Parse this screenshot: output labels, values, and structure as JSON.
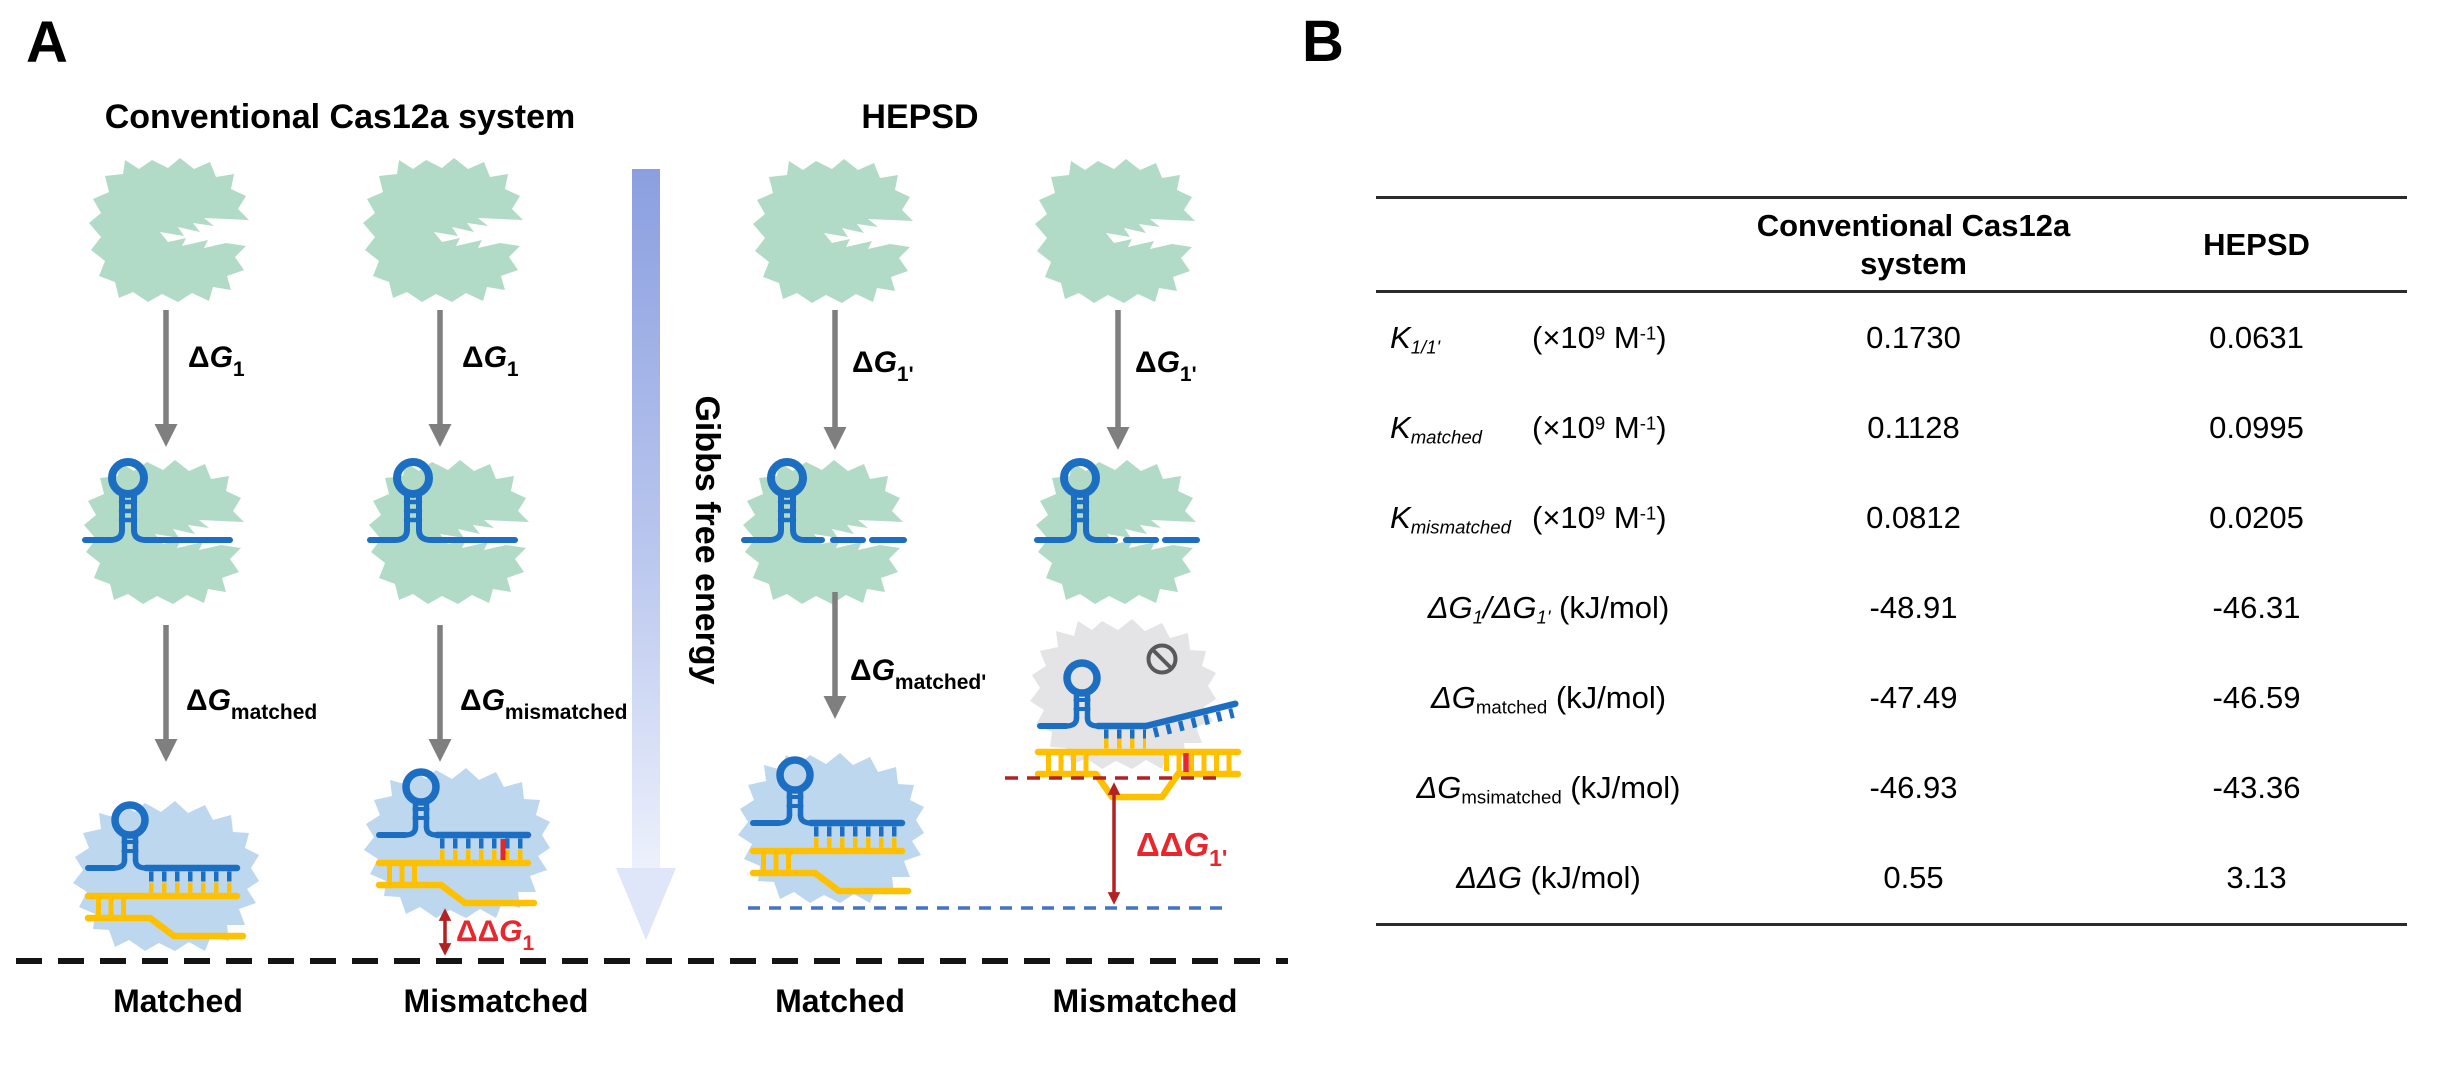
{
  "panelA": {
    "label": "A",
    "title_conventional": "Conventional Cas12a system",
    "title_hepsd": "HEPSD",
    "gibbs_label": "Gibbs free energy",
    "arrow_labels": {
      "dg1": {
        "d": "Δ",
        "g": "G",
        "sub": "1"
      },
      "dg1p": {
        "d": "Δ",
        "g": "G",
        "sub": "1'"
      },
      "dg_matched": {
        "d": "Δ",
        "g": "G",
        "sub": "matched"
      },
      "dg_mismatched": {
        "d": "Δ",
        "g": "G",
        "sub": "mismatched"
      },
      "dg_matchedp": {
        "d": "Δ",
        "g": "G",
        "sub": "matched'"
      },
      "ddg1": {
        "d": "ΔΔ",
        "g": "G",
        "sub": "1"
      },
      "ddg1p": {
        "d": "ΔΔ",
        "g": "G",
        "sub": "1'"
      }
    },
    "col_labels": [
      "Matched",
      "Mismatched",
      "Matched",
      "Mismatched"
    ],
    "colors": {
      "cas12a_green": "#b2dbc7",
      "active_complex_blue": "#bdd7ee",
      "blocked_complex_gray": "#e4e4e6",
      "rna_blue": "#1b6ec2",
      "dna_yellow": "#ffc000",
      "arrow_gray": "#7f7f7f",
      "delta_label_red": "#e8262d",
      "dark_red": "#b22222",
      "dashed_blue": "#4472c4",
      "baseline_black": "#141414",
      "gibbs_gradient_top": "#8b9fe0",
      "gibbs_gradient_bottom": "#edf1fc"
    }
  },
  "panelB": {
    "label": "B",
    "header": {
      "col1": "Conventional Cas12a system",
      "col2": "HEPSD"
    },
    "rows": [
      {
        "sym": "K",
        "sub": "1/1'",
        "u1": "(×10",
        "u1s": "9",
        "u2": " M",
        "u2s": "-1",
        "u3": ")",
        "conventional": "0.1730",
        "hepsd": "0.0631"
      },
      {
        "sym": "K",
        "sub": "matched",
        "u1": "(×10",
        "u1s": "9",
        "u2": " M",
        "u2s": "-1",
        "u3": ")",
        "conventional": "0.1128",
        "hepsd": "0.0995"
      },
      {
        "sym": "K",
        "sub": "mismatched",
        "u1": "(×10",
        "u1s": "9",
        "u2": " M",
        "u2s": "-1",
        "u3": ")",
        "conventional": "0.0812",
        "hepsd": "0.0205"
      },
      {
        "m1": "ΔG",
        "s1": "1",
        "m2": "/ΔG",
        "s2": "1'",
        "unit": " (kJ/mol)",
        "conventional": "-48.91",
        "hepsd": "-46.31"
      },
      {
        "m1": "ΔG",
        "s1": "matched",
        "unit": " (kJ/mol)",
        "conventional": "-47.49",
        "hepsd": "-46.59"
      },
      {
        "m1": "ΔG",
        "s1": "msimatched",
        "unit": " (kJ/mol)",
        "conventional": "-46.93",
        "hepsd": "-43.36"
      },
      {
        "m1": "ΔΔG",
        "unit": " (kJ/mol)",
        "conventional": "0.55",
        "hepsd": "3.13"
      }
    ]
  }
}
